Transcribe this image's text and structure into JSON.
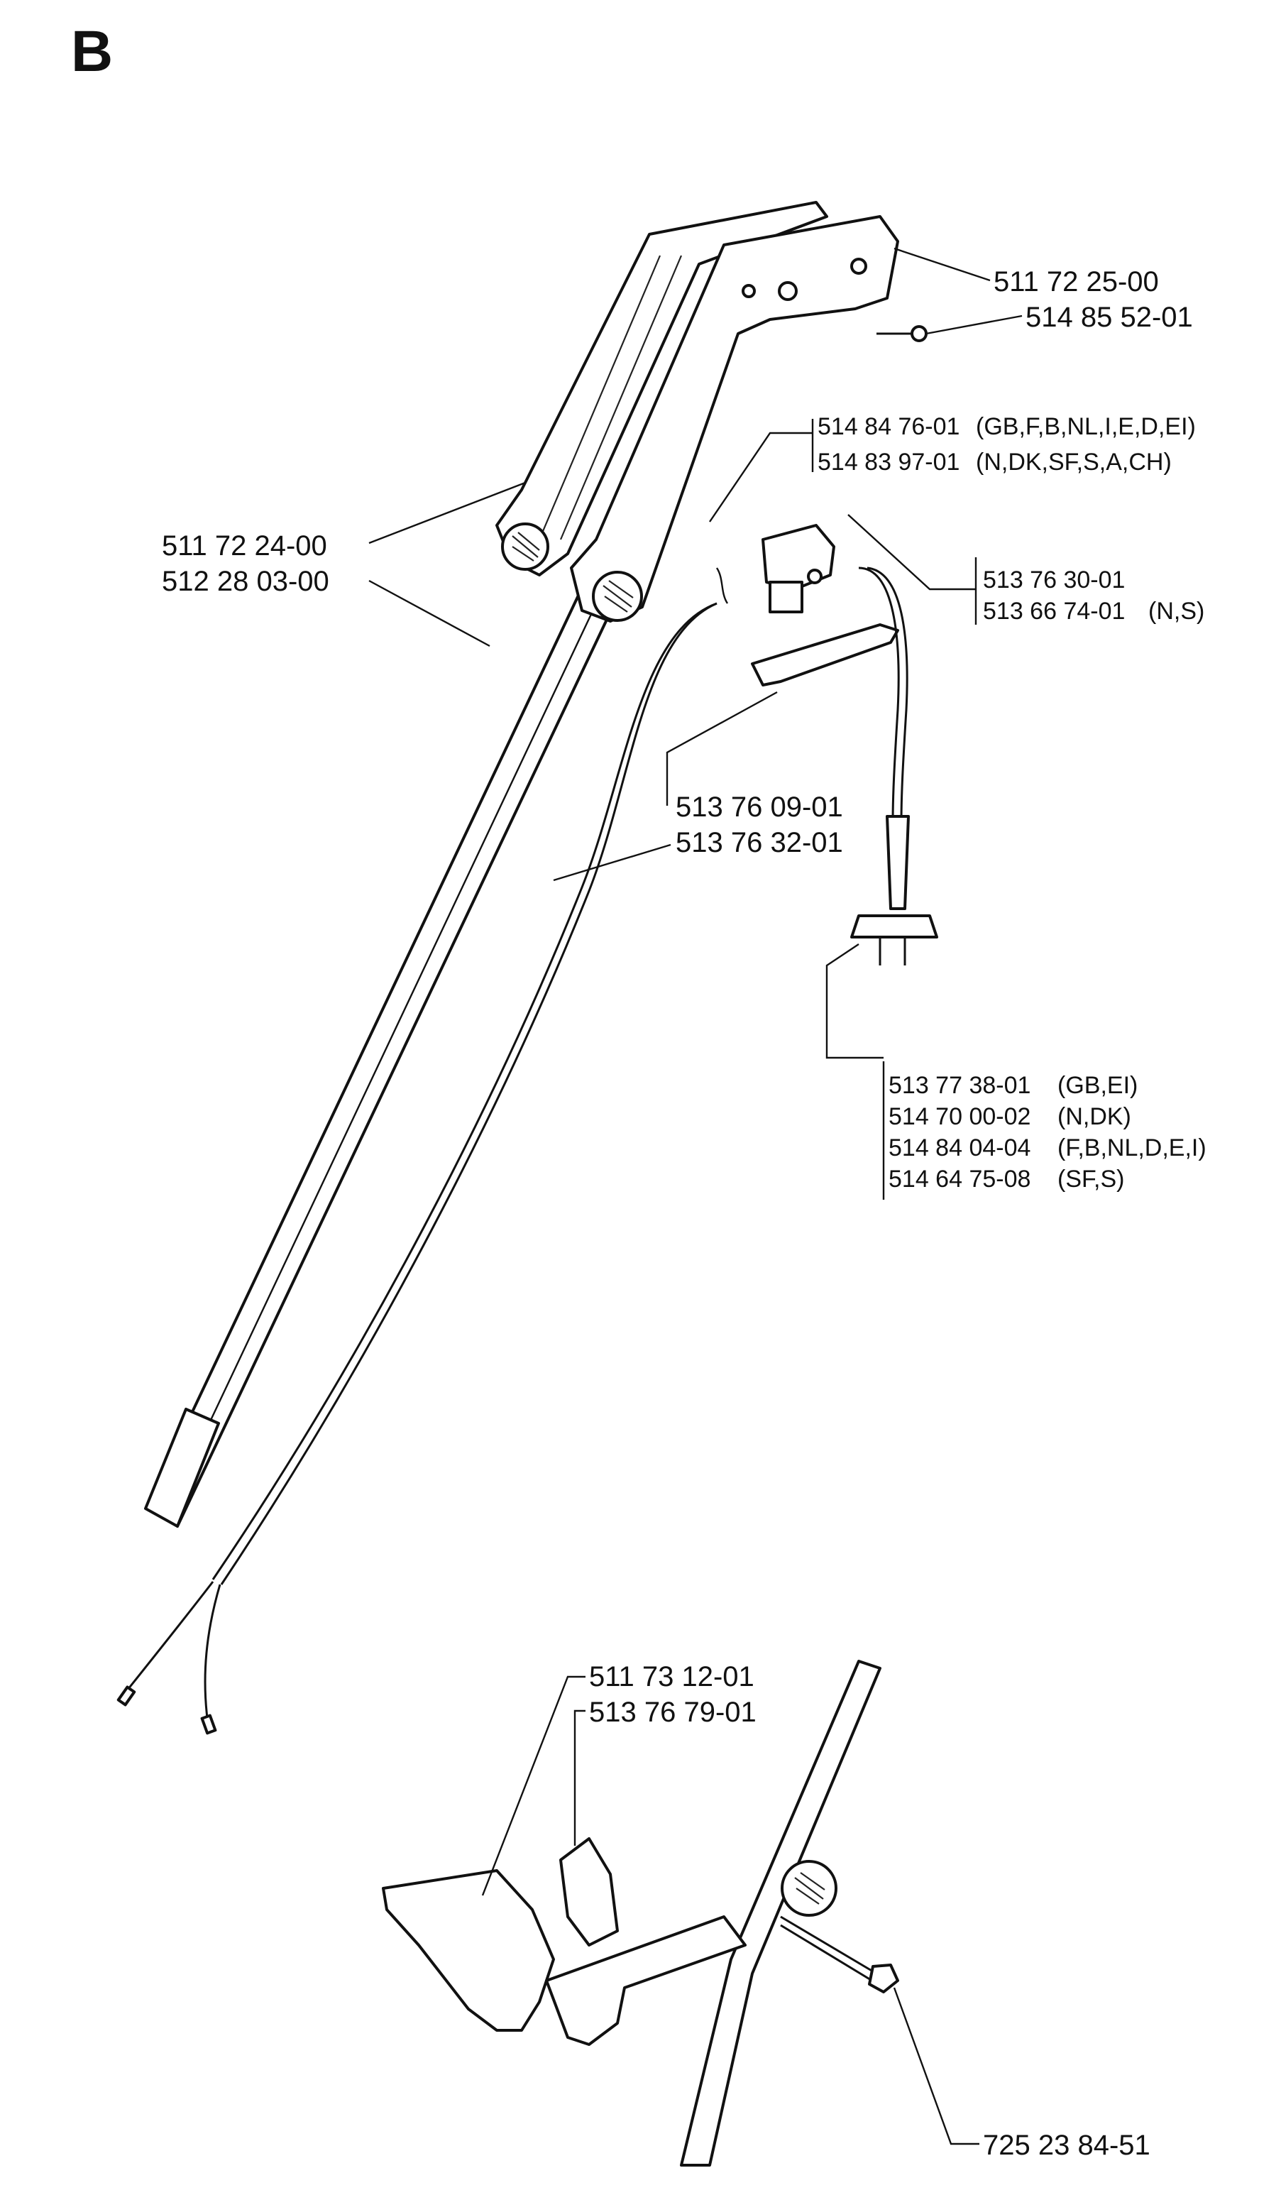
{
  "section_letter": "B",
  "callouts": [
    {
      "id": "c1",
      "number": "511 72 25-00",
      "countries": ""
    },
    {
      "id": "c2",
      "number": "514 85 52-01",
      "countries": ""
    },
    {
      "id": "c3",
      "number": "514 84 76-01",
      "countries": "(GB,F,B,NL,I,E,D,EI)"
    },
    {
      "id": "c4",
      "number": "514 83 97-01",
      "countries": "(N,DK,SF,S,A,CH)"
    },
    {
      "id": "c5",
      "number": "511 72 24-00",
      "countries": ""
    },
    {
      "id": "c6",
      "number": "512 28 03-00",
      "countries": ""
    },
    {
      "id": "c7",
      "number": "513 76 30-01",
      "countries": ""
    },
    {
      "id": "c8",
      "number": "513 66 74-01",
      "countries": "(N,S)"
    },
    {
      "id": "c9",
      "number": "513 76 09-01",
      "countries": ""
    },
    {
      "id": "c10",
      "number": "513 76 32-01",
      "countries": ""
    },
    {
      "id": "c11",
      "number": "513 77 38-01",
      "countries": "(GB,EI)"
    },
    {
      "id": "c12",
      "number": "514 70 00-02",
      "countries": "(N,DK)"
    },
    {
      "id": "c13",
      "number": "514 84 04-04",
      "countries": "(F,B,NL,D,E,I)"
    },
    {
      "id": "c14",
      "number": "514 64 75-08",
      "countries": "(SF,S)"
    },
    {
      "id": "c15",
      "number": "511 73 12-01",
      "countries": ""
    },
    {
      "id": "c16",
      "number": "513 76 79-01",
      "countries": ""
    },
    {
      "id": "c17",
      "number": "725 23 84-51",
      "countries": ""
    }
  ]
}
